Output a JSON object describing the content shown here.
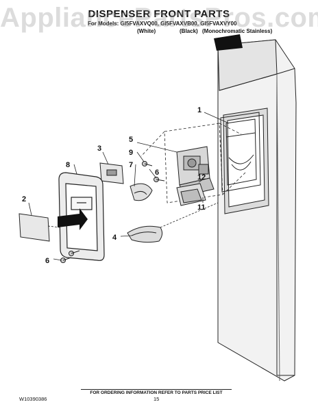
{
  "header": {
    "watermark": "AppliancePartsPros.com",
    "title": "DISPENSER FRONT PARTS",
    "models_line": "For Models: GI5FVAXVQ00, GI5FVAXVB00, GI5FVAXVY00",
    "variant_white": "(White)",
    "variant_black": "(Black)",
    "variant_stainless": "(Monochromatic Stainless)"
  },
  "callouts": {
    "c1": "1",
    "c2": "2",
    "c3": "3",
    "c4": "4",
    "c5": "5",
    "c6a": "6",
    "c6b": "6",
    "c7": "7",
    "c8": "8",
    "c9": "9",
    "c11": "11",
    "c12": "12"
  },
  "footer": {
    "order_info": "FOR ORDERING INFORMATION REFER TO PARTS PRICE LIST",
    "doc_number": "W10390386",
    "page_number": "15"
  },
  "colors": {
    "line": "#222222",
    "fill_light": "#eeeeee",
    "fill_mid": "#cccccc",
    "accent_dark": "#111111"
  }
}
